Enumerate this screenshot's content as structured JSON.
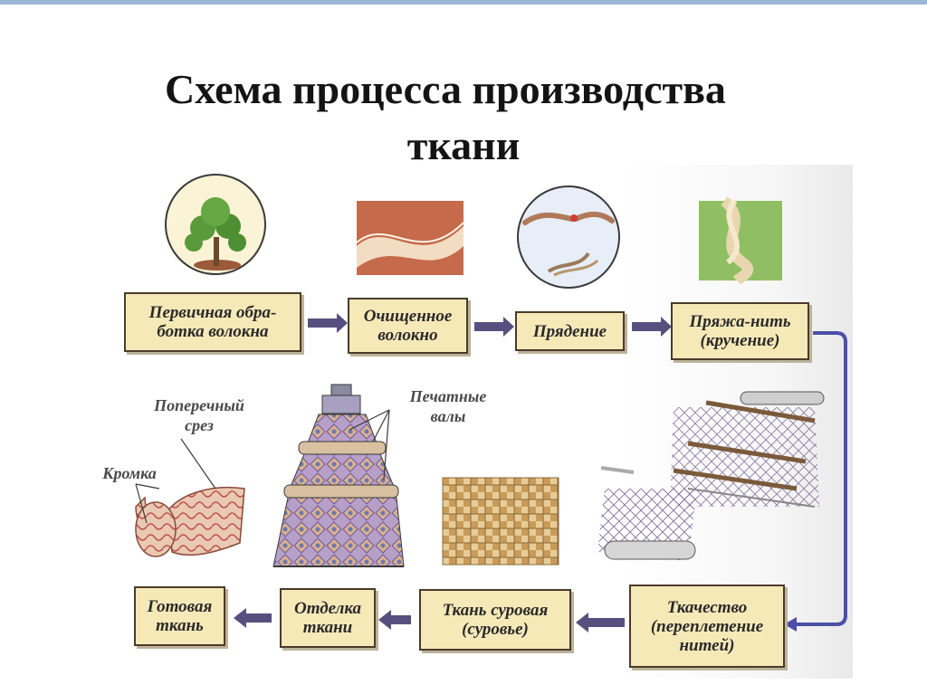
{
  "title": {
    "line1": "Схема процесса производства",
    "line2": "ткани"
  },
  "steps": {
    "primary": "Первичная обра-\nботка волокна",
    "cleaned": "Очищенное\nволокно",
    "spinning": "Прядение",
    "yarn": "Пряжа-нить\n(кручение)",
    "weaving": "Ткачество\n(переплетение\nнитей)",
    "raw": "Ткань суровая\n(суровье)",
    "finishing": "Отделка\nткани",
    "ready": "Готовая\nткань"
  },
  "labels": {
    "cross": "Поперечный\nсрез",
    "edge": "Кромка",
    "rollers": "Печатные\nвалы"
  },
  "colors": {
    "box_fill": "#f6e9b8",
    "arrow": "#57507f",
    "connector": "#4b4fa8"
  }
}
